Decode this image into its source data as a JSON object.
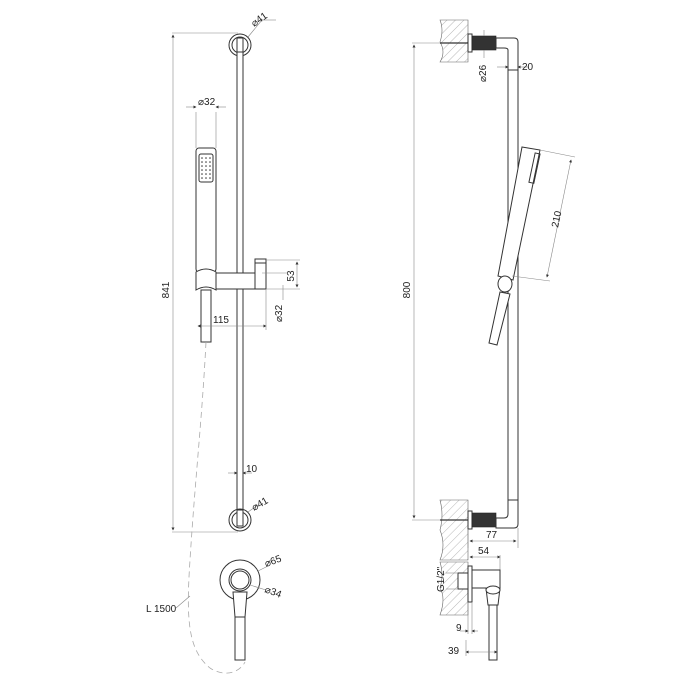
{
  "drawing": {
    "type": "technical-dimension-drawing",
    "subject": "shower slide rail with hand shower and wall outlet elbow",
    "units": "mm"
  },
  "front_view": {
    "overall_height": "841",
    "bracket_diameter_top": "⌀41",
    "bracket_diameter_bottom": "⌀41",
    "handshower_diameter": "⌀32",
    "rail_diameter": "10",
    "slider_height": "53",
    "slider_diameter": "⌀32",
    "slider_projection": "115",
    "outlet_diameter_outer": "⌀65",
    "outlet_diameter_inner": "⌀34",
    "hose_length": "L 1500"
  },
  "side_view": {
    "bracket_centers": "800",
    "wall_mount_diameter": "⌀26",
    "rail_tube_width": "20",
    "handshower_length": "210",
    "rail_projection": "77",
    "outlet_projection": "54",
    "outlet_thread": "G1/2\"",
    "outlet_offset_1": "9",
    "outlet_offset_2": "39"
  },
  "colors": {
    "line": "#333333",
    "dimension": "#888888",
    "background": "#ffffff"
  }
}
